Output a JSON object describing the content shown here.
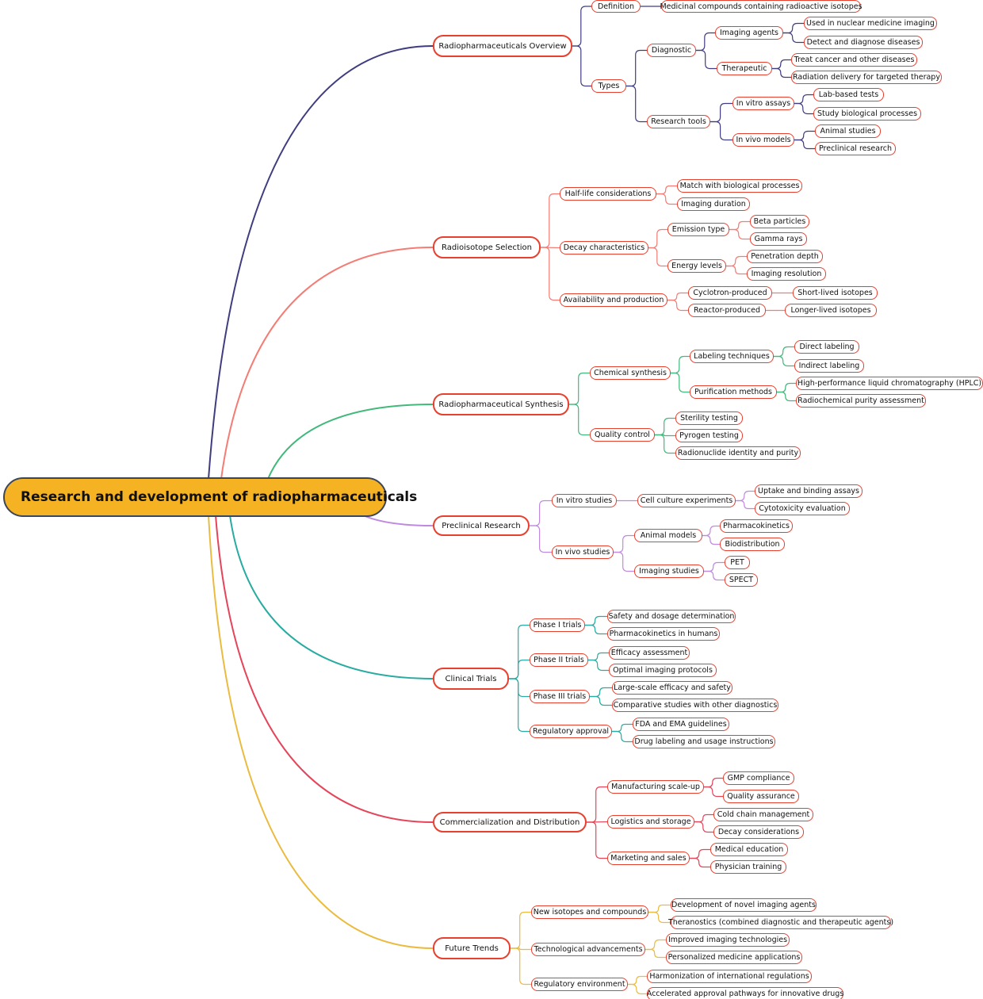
{
  "root": {
    "label": "Research and development of radiopharmaceuticals",
    "fill": "#f5b324",
    "border": "#3b4658",
    "children": [
      {
        "label": "Radiopharmaceuticals Overview",
        "color": "#3f3d80",
        "children": [
          {
            "label": "Definition",
            "children": [
              {
                "label": "Medicinal compounds containing radioactive isotopes"
              }
            ]
          },
          {
            "label": "Types",
            "children": [
              {
                "label": "Diagnostic",
                "children": [
                  {
                    "label": "Imaging agents",
                    "children": [
                      {
                        "label": "Used in nuclear medicine imaging"
                      },
                      {
                        "label": "Detect and diagnose diseases"
                      }
                    ]
                  },
                  {
                    "label": "Therapeutic",
                    "children": [
                      {
                        "label": "Treat cancer and other diseases"
                      },
                      {
                        "label": "Radiation delivery for targeted therapy"
                      }
                    ]
                  }
                ]
              },
              {
                "label": "Research tools",
                "children": [
                  {
                    "label": "In vitro assays",
                    "children": [
                      {
                        "label": "Lab-based tests"
                      },
                      {
                        "label": "Study biological processes"
                      }
                    ]
                  },
                  {
                    "label": "In vivo models",
                    "children": [
                      {
                        "label": "Animal studies"
                      },
                      {
                        "label": "Preclinical research"
                      }
                    ]
                  }
                ]
              }
            ]
          }
        ]
      },
      {
        "label": "Radioisotope Selection",
        "color": "#f47c74",
        "children": [
          {
            "label": "Half-life considerations",
            "children": [
              {
                "label": "Match with biological processes"
              },
              {
                "label": "Imaging duration"
              }
            ]
          },
          {
            "label": "Decay characteristics",
            "children": [
              {
                "label": "Emission type",
                "children": [
                  {
                    "label": "Beta particles"
                  },
                  {
                    "label": "Gamma rays"
                  }
                ]
              },
              {
                "label": "Energy levels",
                "children": [
                  {
                    "label": "Penetration depth"
                  },
                  {
                    "label": "Imaging resolution"
                  }
                ]
              }
            ]
          },
          {
            "label": "Availability and production",
            "children": [
              {
                "label": "Cyclotron-produced",
                "children": [
                  {
                    "label": "Short-lived isotopes"
                  }
                ]
              },
              {
                "label": "Reactor-produced",
                "children": [
                  {
                    "label": "Longer-lived isotopes"
                  }
                ]
              }
            ]
          }
        ]
      },
      {
        "label": "Radiopharmaceutical Synthesis",
        "color": "#40b97a",
        "children": [
          {
            "label": "Chemical synthesis",
            "children": [
              {
                "label": "Labeling techniques",
                "children": [
                  {
                    "label": "Direct labeling"
                  },
                  {
                    "label": "Indirect labeling"
                  }
                ]
              },
              {
                "label": "Purification methods",
                "children": [
                  {
                    "label": "High-performance liquid chromatography (HPLC)"
                  },
                  {
                    "label": "Radiochemical purity assessment"
                  }
                ]
              }
            ]
          },
          {
            "label": "Quality control",
            "children": [
              {
                "label": "Sterility testing"
              },
              {
                "label": "Pyrogen testing"
              },
              {
                "label": "Radionuclide identity and purity"
              }
            ]
          }
        ]
      },
      {
        "label": "Preclinical Research",
        "color": "#c089e0",
        "children": [
          {
            "label": "In vitro studies",
            "children": [
              {
                "label": "Cell culture experiments",
                "children": [
                  {
                    "label": "Uptake and binding assays"
                  },
                  {
                    "label": "Cytotoxicity evaluation"
                  }
                ]
              }
            ]
          },
          {
            "label": "In vivo studies",
            "children": [
              {
                "label": "Animal models",
                "children": [
                  {
                    "label": "Pharmacokinetics"
                  },
                  {
                    "label": "Biodistribution"
                  }
                ]
              },
              {
                "label": "Imaging studies",
                "children": [
                  {
                    "label": "PET"
                  },
                  {
                    "label": "SPECT"
                  }
                ]
              }
            ]
          }
        ]
      },
      {
        "label": "Clinical Trials",
        "color": "#28aba0",
        "children": [
          {
            "label": "Phase I trials",
            "children": [
              {
                "label": "Safety and dosage determination"
              },
              {
                "label": "Pharmacokinetics in humans"
              }
            ]
          },
          {
            "label": "Phase II trials",
            "children": [
              {
                "label": "Efficacy assessment"
              },
              {
                "label": "Optimal imaging protocols"
              }
            ]
          },
          {
            "label": "Phase III trials",
            "children": [
              {
                "label": "Large-scale efficacy and safety"
              },
              {
                "label": "Comparative studies with other diagnostics"
              }
            ]
          },
          {
            "label": "Regulatory approval",
            "children": [
              {
                "label": "FDA and EMA guidelines"
              },
              {
                "label": "Drug labeling and usage instructions"
              }
            ]
          }
        ]
      },
      {
        "label": "Commercialization and Distribution",
        "color": "#e5455a",
        "children": [
          {
            "label": "Manufacturing scale-up",
            "children": [
              {
                "label": "GMP compliance"
              },
              {
                "label": "Quality assurance"
              }
            ]
          },
          {
            "label": "Logistics and storage",
            "children": [
              {
                "label": "Cold chain management"
              },
              {
                "label": "Decay considerations"
              }
            ]
          },
          {
            "label": "Marketing and sales",
            "children": [
              {
                "label": "Medical education"
              },
              {
                "label": "Physician training"
              }
            ]
          }
        ]
      },
      {
        "label": "Future Trends",
        "color": "#eabb3f",
        "children": [
          {
            "label": "New isotopes and compounds",
            "children": [
              {
                "label": "Development of novel imaging agents"
              },
              {
                "label": "Theranostics (combined diagnostic and therapeutic agents)"
              }
            ]
          },
          {
            "label": "Technological advancements",
            "children": [
              {
                "label": "Improved imaging technologies"
              },
              {
                "label": "Personalized medicine applications"
              }
            ]
          },
          {
            "label": "Regulatory environment",
            "children": [
              {
                "label": "Harmonization of international regulations"
              },
              {
                "label": "Accelerated approval pathways for innovative drugs"
              }
            ]
          }
        ]
      }
    ]
  }
}
